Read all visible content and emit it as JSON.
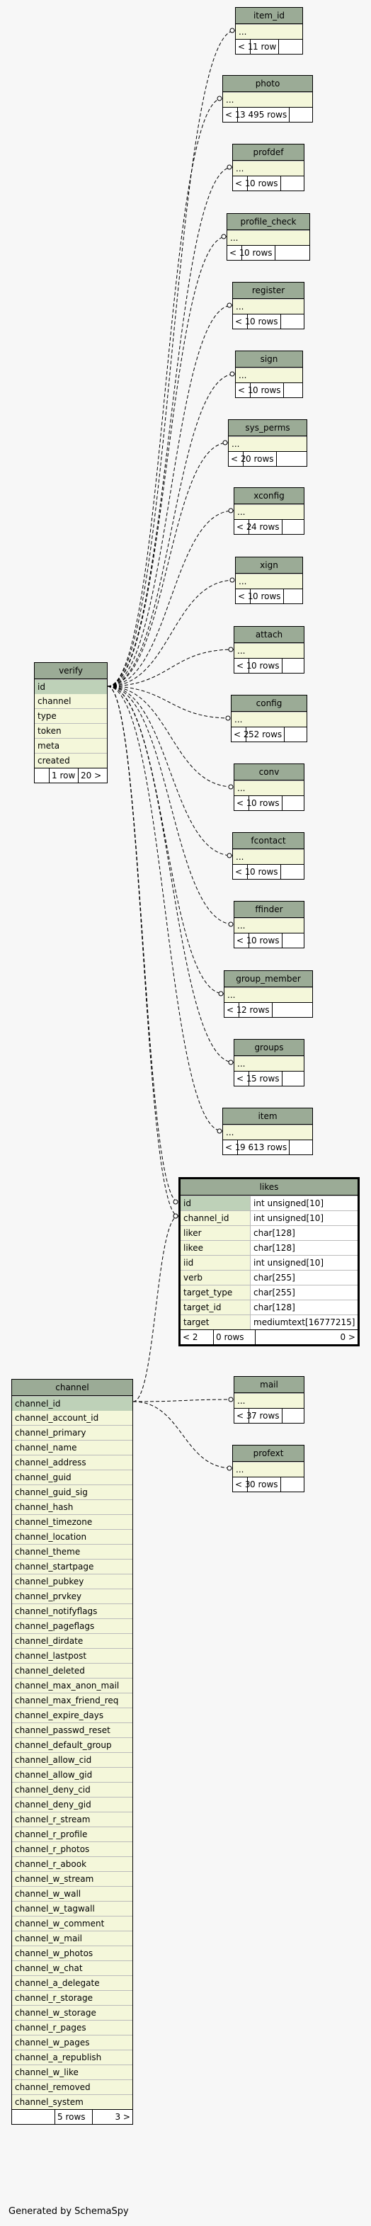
{
  "footer": "Generated by SchemaSpy",
  "small_tables": [
    {
      "name": "item_id",
      "cols": [
        "..."
      ],
      "foot": [
        "< 1",
        "1 row",
        ""
      ]
    },
    {
      "name": "photo",
      "cols": [
        "..."
      ],
      "foot": [
        "< 1",
        "3 495 rows",
        ""
      ]
    },
    {
      "name": "profdef",
      "cols": [
        "..."
      ],
      "foot": [
        "< 1",
        "0 rows",
        ""
      ]
    },
    {
      "name": "profile_check",
      "cols": [
        "..."
      ],
      "foot": [
        "< 1",
        "0 rows",
        ""
      ]
    },
    {
      "name": "register",
      "cols": [
        "..."
      ],
      "foot": [
        "< 1",
        "0 rows",
        ""
      ]
    },
    {
      "name": "sign",
      "cols": [
        "..."
      ],
      "foot": [
        "< 1",
        "0 rows",
        ""
      ]
    },
    {
      "name": "sys_perms",
      "cols": [
        "..."
      ],
      "foot": [
        "< 2",
        "0 rows",
        ""
      ]
    },
    {
      "name": "xconfig",
      "cols": [
        "..."
      ],
      "foot": [
        "< 2",
        "4 rows",
        ""
      ]
    },
    {
      "name": "xign",
      "cols": [
        "..."
      ],
      "foot": [
        "< 1",
        "0 rows",
        ""
      ]
    },
    {
      "name": "attach",
      "cols": [
        "..."
      ],
      "foot": [
        "< 1",
        "0 rows",
        ""
      ]
    },
    {
      "name": "config",
      "cols": [
        "..."
      ],
      "foot": [
        "< 2",
        "52 rows",
        ""
      ]
    },
    {
      "name": "conv",
      "cols": [
        "..."
      ],
      "foot": [
        "< 1",
        "0 rows",
        ""
      ]
    },
    {
      "name": "fcontact",
      "cols": [
        "..."
      ],
      "foot": [
        "< 1",
        "0 rows",
        ""
      ]
    },
    {
      "name": "ffinder",
      "cols": [
        "..."
      ],
      "foot": [
        "< 1",
        "0 rows",
        ""
      ]
    },
    {
      "name": "group_member",
      "cols": [
        "..."
      ],
      "foot": [
        "< 1",
        "2 rows",
        ""
      ]
    },
    {
      "name": "groups",
      "cols": [
        "..."
      ],
      "foot": [
        "< 1",
        "5 rows",
        ""
      ]
    },
    {
      "name": "item",
      "cols": [
        "..."
      ],
      "foot": [
        "< 1",
        "9 613 rows",
        ""
      ]
    },
    {
      "name": "mail",
      "cols": [
        "..."
      ],
      "foot": [
        "< 3",
        "7 rows",
        ""
      ]
    },
    {
      "name": "profext",
      "cols": [
        "..."
      ],
      "foot": [
        "< 3",
        "0 rows",
        ""
      ]
    }
  ],
  "verify": {
    "name": "verify",
    "pk": "id",
    "cols": [
      "channel",
      "type",
      "token",
      "meta",
      "created"
    ],
    "foot": [
      "",
      "1 row",
      "20 >"
    ]
  },
  "likes": {
    "name": "likes",
    "rows": [
      {
        "col": "id",
        "type": "int unsigned[10]",
        "pk": true
      },
      {
        "col": "channel_id",
        "type": "int unsigned[10]"
      },
      {
        "col": "liker",
        "type": "char[128]"
      },
      {
        "col": "likee",
        "type": "char[128]"
      },
      {
        "col": "iid",
        "type": "int unsigned[10]"
      },
      {
        "col": "verb",
        "type": "char[255]"
      },
      {
        "col": "target_type",
        "type": "char[255]"
      },
      {
        "col": "target_id",
        "type": "char[128]"
      },
      {
        "col": "target",
        "type": "mediumtext[16777215]"
      }
    ],
    "foot": [
      "< 2",
      "0 rows",
      "0 >"
    ]
  },
  "channel": {
    "name": "channel",
    "pk": "channel_id",
    "cols": [
      "channel_account_id",
      "channel_primary",
      "channel_name",
      "channel_address",
      "channel_guid",
      "channel_guid_sig",
      "channel_hash",
      "channel_timezone",
      "channel_location",
      "channel_theme",
      "channel_startpage",
      "channel_pubkey",
      "channel_prvkey",
      "channel_notifyflags",
      "channel_pageflags",
      "channel_dirdate",
      "channel_lastpost",
      "channel_deleted",
      "channel_max_anon_mail",
      "channel_max_friend_req",
      "channel_expire_days",
      "channel_passwd_reset",
      "channel_default_group",
      "channel_allow_cid",
      "channel_allow_gid",
      "channel_deny_cid",
      "channel_deny_gid",
      "channel_r_stream",
      "channel_r_profile",
      "channel_r_photos",
      "channel_r_abook",
      "channel_w_stream",
      "channel_w_wall",
      "channel_w_tagwall",
      "channel_w_comment",
      "channel_w_mail",
      "channel_w_photos",
      "channel_w_chat",
      "channel_a_delegate",
      "channel_r_storage",
      "channel_w_storage",
      "channel_r_pages",
      "channel_w_pages",
      "channel_a_republish",
      "channel_w_like",
      "channel_removed",
      "channel_system"
    ],
    "foot": [
      "",
      "5 rows",
      "3 >"
    ]
  }
}
